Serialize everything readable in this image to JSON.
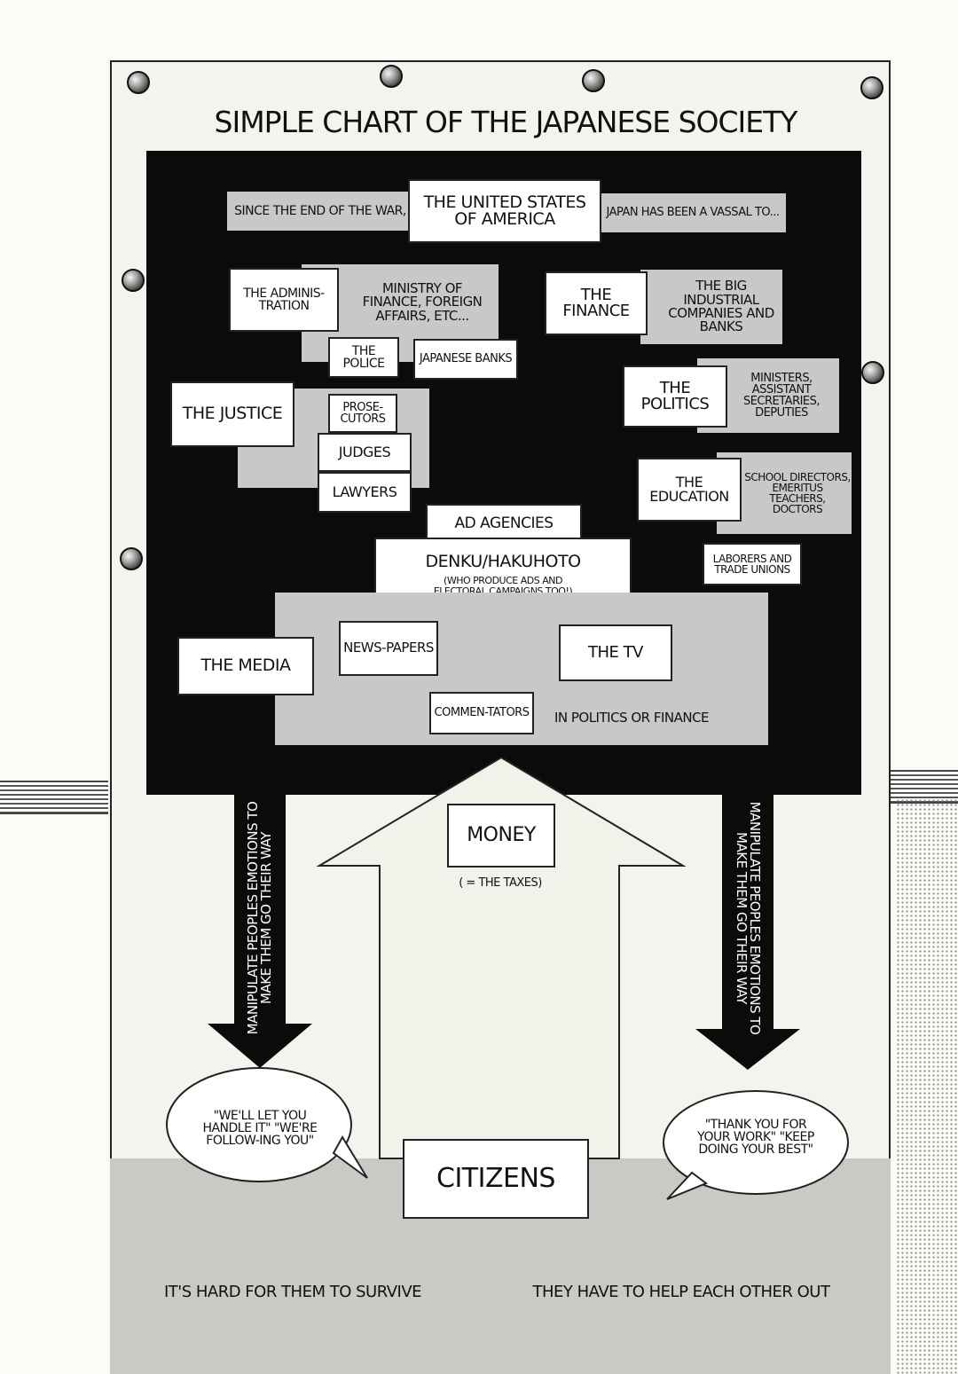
{
  "title": "SIMPLE CHART OF THE JAPANESE SOCIETY",
  "top": {
    "left": "SINCE THE END OF THE WAR,",
    "center": "THE UNITED STATES OF AMERICA",
    "right": "JAPAN HAS BEEN A VASSAL TO..."
  },
  "administration": {
    "label": "THE ADMINIS-TRATION",
    "detail": "MINISTRY OF FINANCE, FOREIGN AFFAIRS, ETC...",
    "police": "THE POLICE",
    "banks": "JAPANESE BANKS"
  },
  "finance": {
    "label": "THE FINANCE",
    "detail": "THE BIG INDUSTRIAL COMPANIES AND BANKS"
  },
  "justice": {
    "label": "THE JUSTICE",
    "prosecutors": "PROSE-CUTORS",
    "judges": "JUDGES",
    "lawyers": "LAWYERS"
  },
  "politics": {
    "label": "THE POLITICS",
    "detail": "MINISTERS, ASSISTANT SECRETARIES, DEPUTIES"
  },
  "education": {
    "label": "THE EDUCATION",
    "detail": "SCHOOL DIRECTORS, EMERITUS TEACHERS, DOCTORS"
  },
  "laborers": "LABORERS AND TRADE UNIONS",
  "ad_agencies": {
    "label": "AD AGENCIES",
    "name": "DENKU/HAKUHOTO",
    "note": "(WHO PRODUCE ADS AND ELECTORAL CAMPAIGNS TOO!)"
  },
  "media": {
    "label": "THE MEDIA",
    "newspapers": "NEWS-PAPERS",
    "tv": "THE TV",
    "commentators": "COMMEN-TATORS",
    "commentators_note": "IN POLITICS OR FINANCE"
  },
  "money": {
    "label": "MONEY",
    "note": "( = THE TAXES)"
  },
  "arrow_left": "MANIPULATE PEOPLES EMOTIONS TO MAKE THEM GO THEIR WAY",
  "arrow_right": "MANIPULATE PEOPLES EMOTIONS TO MAKE THEM GO THEIR WAY",
  "bubble_left": "\"WE'LL LET YOU HANDLE IT\" \"WE'RE FOLLOW-ING YOU\"",
  "bubble_right": "\"THANK YOU FOR YOUR WORK\" \"KEEP DOING YOUR BEST\"",
  "citizens": "CITIZENS",
  "bottom_left": "IT'S HARD FOR THEM TO SURVIVE",
  "bottom_right": "THEY HAVE TO HELP EACH OTHER OUT"
}
